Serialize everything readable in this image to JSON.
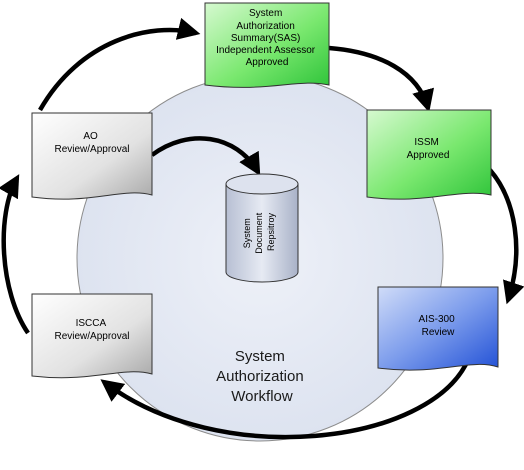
{
  "diagram": {
    "center_label": [
      "System",
      "Authorization",
      "Workflow"
    ],
    "repository_label": [
      "System",
      "Document",
      "Repsitroy"
    ],
    "nodes": [
      {
        "id": "sas",
        "lines": [
          "System",
          "Authorization",
          "Summary(SAS)",
          "Independent Assessor",
          "Approved"
        ],
        "fill": "#5ee25e"
      },
      {
        "id": "issm",
        "lines": [
          "ISSM",
          "Approved"
        ],
        "fill": "#5ee25e"
      },
      {
        "id": "ais300",
        "lines": [
          "AIS-300",
          "Review"
        ],
        "fill": "#3f6fe0"
      },
      {
        "id": "iscca",
        "lines": [
          "ISCCA",
          "Review/Approval"
        ],
        "fill": "#dcdcdc"
      },
      {
        "id": "ao",
        "lines": [
          "AO",
          "Review/Approval"
        ],
        "fill": "#dcdcdc"
      }
    ],
    "colors": {
      "circle_fill": "#e3e8f3",
      "circle_stroke": "#8c8c8c",
      "arrow": "#000000",
      "green": "#5ee25e",
      "blue": "#3f6fe0",
      "gray": "#dcdcdc",
      "cylinder": "#ced5e6"
    }
  }
}
